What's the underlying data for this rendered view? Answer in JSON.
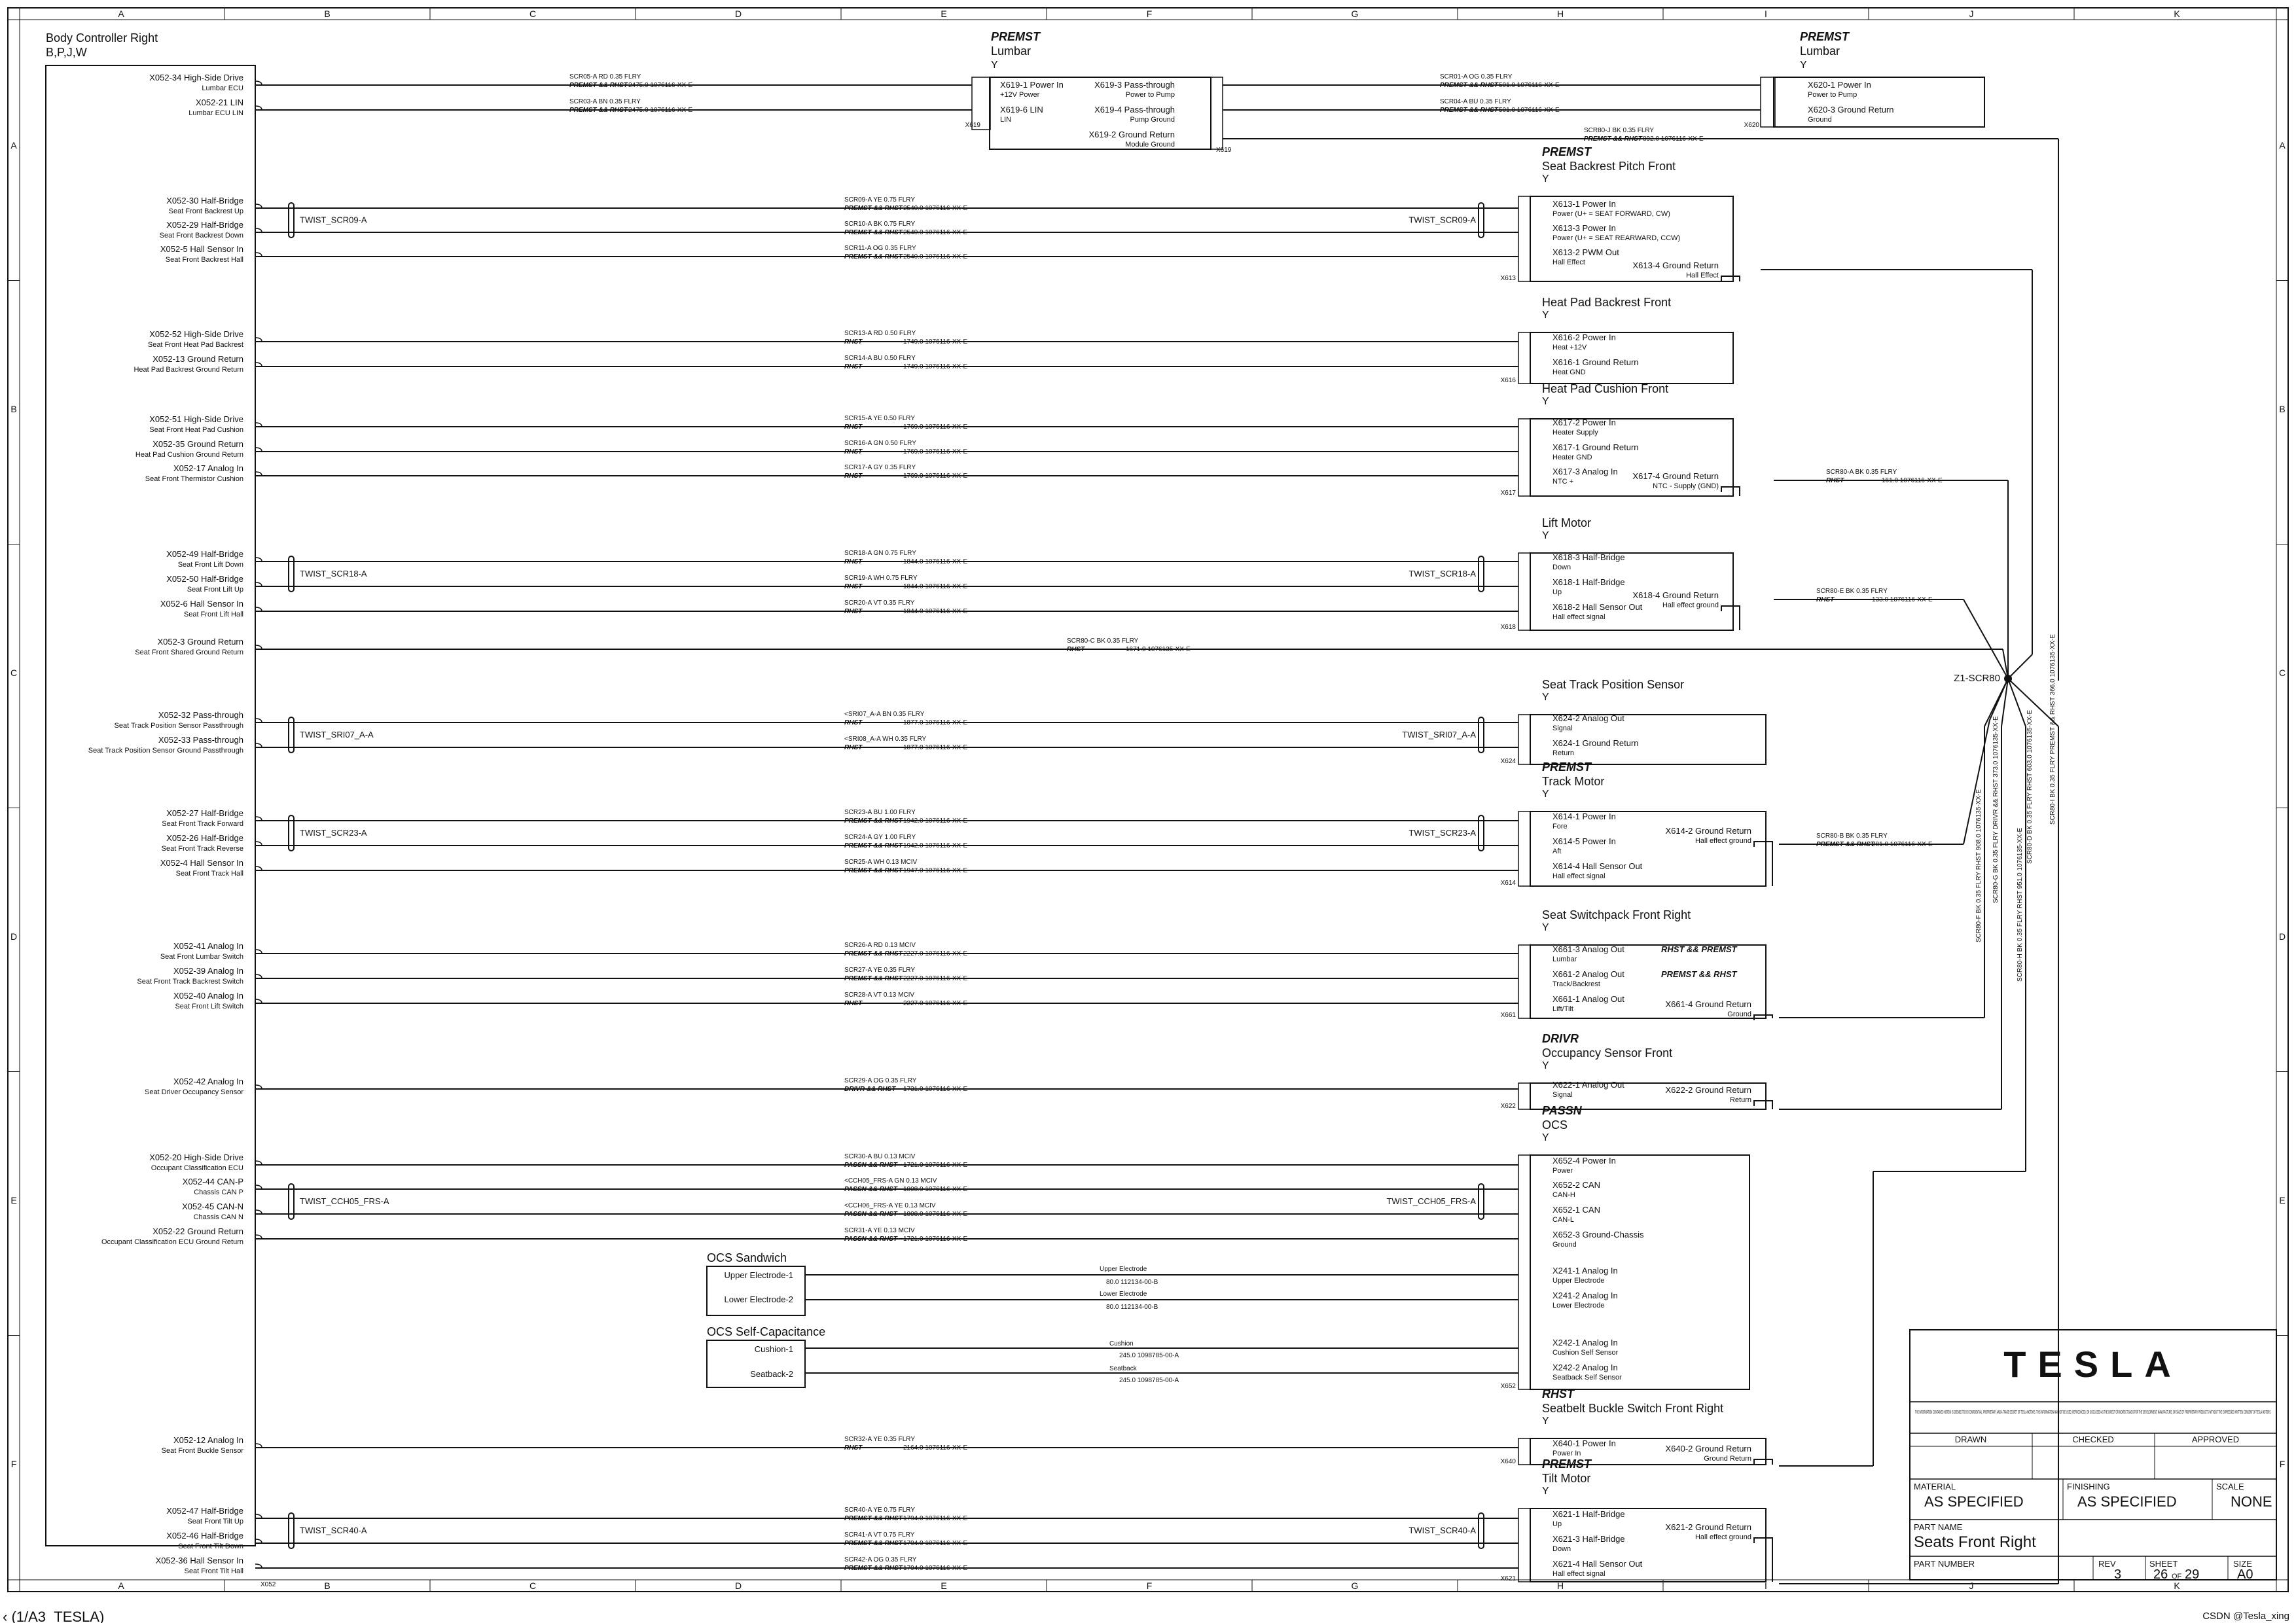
{
  "grid": {
    "cols": [
      "A",
      "B",
      "C",
      "D",
      "E",
      "F",
      "G",
      "H",
      "I",
      "J",
      "K"
    ],
    "rows": [
      "A",
      "B",
      "C",
      "D",
      "E",
      "F"
    ]
  },
  "bcm": {
    "title": "Body Controller Right",
    "variant": "B,P,J,W",
    "connector": "X052"
  },
  "pins": [
    {
      "ref": "X052-34 High-Side Drive",
      "desc": "Lumbar ECU"
    },
    {
      "ref": "X052-21 LIN",
      "desc": "Lumbar ECU LIN"
    },
    {
      "ref": "X052-30 Half-Bridge",
      "desc": "Seat Front Backrest Up"
    },
    {
      "ref": "X052-29 Half-Bridge",
      "desc": "Seat Front Backrest Down"
    },
    {
      "ref": "X052-5 Hall Sensor In",
      "desc": "Seat Front Backrest Hall"
    },
    {
      "ref": "X052-52 High-Side Drive",
      "desc": "Seat Front Heat Pad Backrest"
    },
    {
      "ref": "X052-13 Ground Return",
      "desc": "Heat Pad Backrest Ground Return"
    },
    {
      "ref": "X052-51 High-Side Drive",
      "desc": "Seat Front Heat Pad Cushion"
    },
    {
      "ref": "X052-35 Ground Return",
      "desc": "Heat Pad Cushion Ground Return"
    },
    {
      "ref": "X052-17 Analog In",
      "desc": "Seat Front Thermistor Cushion"
    },
    {
      "ref": "X052-49 Half-Bridge",
      "desc": "Seat Front Lift Down"
    },
    {
      "ref": "X052-50 Half-Bridge",
      "desc": "Seat Front Lift Up"
    },
    {
      "ref": "X052-6 Hall Sensor In",
      "desc": "Seat Front Lift Hall"
    },
    {
      "ref": "X052-3 Ground Return",
      "desc": "Seat Front Shared Ground Return"
    },
    {
      "ref": "X052-32 Pass-through",
      "desc": "Seat Track Position Sensor Passthrough"
    },
    {
      "ref": "X052-33 Pass-through",
      "desc": "Seat Track Position Sensor Ground Passthrough"
    },
    {
      "ref": "X052-27 Half-Bridge",
      "desc": "Seat Front Track Forward"
    },
    {
      "ref": "X052-26 Half-Bridge",
      "desc": "Seat Front Track Reverse"
    },
    {
      "ref": "X052-4 Hall Sensor In",
      "desc": "Seat Front Track Hall"
    },
    {
      "ref": "X052-41 Analog In",
      "desc": "Seat Front Lumbar Switch"
    },
    {
      "ref": "X052-39 Analog In",
      "desc": "Seat Front Track Backrest Switch"
    },
    {
      "ref": "X052-40 Analog In",
      "desc": "Seat Front Lift Switch"
    },
    {
      "ref": "X052-42 Analog In",
      "desc": "Seat Driver Occupancy Sensor"
    },
    {
      "ref": "X052-20 High-Side Drive",
      "desc": "Occupant Classification ECU"
    },
    {
      "ref": "X052-44 CAN-P",
      "desc": "Chassis CAN P"
    },
    {
      "ref": "X052-45 CAN-N",
      "desc": "Chassis CAN N"
    },
    {
      "ref": "X052-22 Ground Return",
      "desc": "Occupant Classification ECU Ground Return"
    },
    {
      "ref": "X052-12 Analog In",
      "desc": "Seat Front Buckle Sensor"
    },
    {
      "ref": "X052-47 Half-Bridge",
      "desc": "Seat Front Tilt Up"
    },
    {
      "ref": "X052-46 Half-Bridge",
      "desc": "Seat Front Tilt Down"
    },
    {
      "ref": "X052-36 Hall Sensor In",
      "desc": "Seat Front Tilt Hall"
    }
  ],
  "wires": [
    {
      "w": "SCR05-A   RD   0.35   FLRY",
      "o": "PREMST && RHST",
      "l": "2475.0     1076116-XX-E"
    },
    {
      "w": "SCR03-A   BN   0.35   FLRY",
      "o": "PREMST && RHST",
      "l": "2475.0     1076116-XX-E"
    },
    {
      "w": "SCR09-A   YE   0.75   FLRY",
      "o": "PREMST && RHST",
      "l": "2540.0     1076116-XX-E"
    },
    {
      "w": "SCR10-A   BK   0.75   FLRY",
      "o": "PREMST && RHST",
      "l": "2540.0     1076116-XX-E"
    },
    {
      "w": "SCR11-A   OG   0.35   FLRY",
      "o": "PREMST && RHST",
      "l": "2540.0     1076116-XX-E"
    },
    {
      "w": "SCR13-A   RD   0.50   FLRY",
      "o": "RHST",
      "l": "1749.0     1076116-XX-E"
    },
    {
      "w": "SCR14-A   BU   0.50   FLRY",
      "o": "RHST",
      "l": "1749.0     1076116-XX-E"
    },
    {
      "w": "SCR15-A   YE   0.50   FLRY",
      "o": "RHST",
      "l": "1769.0     1076116-XX-E"
    },
    {
      "w": "SCR16-A   GN   0.50   FLRY",
      "o": "RHST",
      "l": "1769.0     1076116-XX-E"
    },
    {
      "w": "SCR17-A   GY   0.35   FLRY",
      "o": "RHST",
      "l": "1769.0     1076116-XX-E"
    },
    {
      "w": "SCR18-A   GN   0.75   FLRY",
      "o": "RHST",
      "l": "1844.0     1076116-XX-E"
    },
    {
      "w": "SCR19-A   WH   0.75   FLRY",
      "o": "RHST",
      "l": "1844.0     1076116-XX-E"
    },
    {
      "w": "SCR20-A   VT   0.35   FLRY",
      "o": "RHST",
      "l": "1844.0     1076116-XX-E"
    },
    {
      "w": "SCR80-C   BK   0.35   FLRY",
      "o": "RHST",
      "l": "1671.0     1076135-XX-E"
    },
    {
      "w": "<SRI07_A-A   BN   0.35   FLRY",
      "o": "RHST",
      "l": "1877.0     1076116-XX-E"
    },
    {
      "w": "<SRI08_A-A   WH   0.35   FLRY",
      "o": "RHST",
      "l": "1877.0     1076116-XX-E"
    },
    {
      "w": "SCR23-A   BU   1.00   FLRY",
      "o": "PREMST && RHST",
      "l": "1942.0     1076116-XX-E"
    },
    {
      "w": "SCR24-A   GY   1.00   FLRY",
      "o": "PREMST && RHST",
      "l": "1942.0     1076116-XX-E"
    },
    {
      "w": "SCR25-A   WH   0.13   MCIV",
      "o": "PREMST && RHST",
      "l": "1947.0     1076116-XX-E"
    },
    {
      "w": "SCR26-A   RD   0.13   MCIV",
      "o": "PREMST && RHST",
      "l": "2227.0     1076116-XX-E"
    },
    {
      "w": "SCR27-A   YE   0.35   FLRY",
      "o": "PREMST && RHST",
      "l": "2227.0     1076116-XX-E"
    },
    {
      "w": "SCR28-A   VT   0.13   MCIV",
      "o": "RHST",
      "l": "2227.0     1076116-XX-E"
    },
    {
      "w": "SCR29-A   OG   0.35   FLRY",
      "o": "DRIVR && RHST",
      "l": "1731.0     1076116-XX-E"
    },
    {
      "w": "SCR30-A   BU   0.13   MCIV",
      "o": "PASSN && RHST",
      "l": "1721.0     1076116-XX-E"
    },
    {
      "w": "<CCH05_FRS-A   GN   0.13   MCIV",
      "o": "PASSN && RHST",
      "l": "1808.0     1076116-XX-E"
    },
    {
      "w": "<CCH06_FRS-A   YE   0.13   MCIV",
      "o": "PASSN && RHST",
      "l": "1808.0     1076116-XX-E"
    },
    {
      "w": "SCR31-A   YE   0.13   MCIV",
      "o": "PASSN && RHST",
      "l": "1721.0     1076116-XX-E"
    },
    {
      "w": "SCR32-A   YE   0.35   FLRY",
      "o": "RHST",
      "l": "2164.0     1076116-XX-E"
    },
    {
      "w": "SCR40-A   YE   0.75   FLRY",
      "o": "PREMST && RHST",
      "l": "1794.0     1076116-XX-E"
    },
    {
      "w": "SCR41-A   VT   0.75   FLRY",
      "o": "PREMST && RHST",
      "l": "1794.0     1076116-XX-E"
    },
    {
      "w": "SCR42-A   OG   0.35   FLRY",
      "o": "PREMST && RHST",
      "l": "1794.0     1076116-XX-E"
    }
  ],
  "twists": [
    "TWIST_SCR09-A",
    "TWIST_SCR18-A",
    "TWIST_SRI07_A-A",
    "TWIST_SCR23-A",
    "TWIST_CCH05_FRS-A",
    "TWIST_SCR40-A"
  ],
  "lumbar1": {
    "opt": "PREMST",
    "name": "Lumbar",
    "y": "Y",
    "conn": "X619",
    "p1": "X619-1 Power In",
    "p1d": "+12V Power",
    "p3": "X619-3 Pass-through",
    "p3d": "Power to Pump",
    "p6": "X619-6 LIN",
    "p6d": "LIN",
    "p4": "X619-4 Pass-through",
    "p4d": "Pump Ground",
    "p2": "X619-2 Ground Return",
    "p2d": "Module Ground"
  },
  "lumbar2": {
    "opt": "PREMST",
    "name": "Lumbar",
    "y": "Y",
    "conn": "X620",
    "p1": "X620-1 Power In",
    "p1d": "Power to Pump",
    "p3": "X620-3 Ground Return",
    "p3d": "Ground"
  },
  "lumbar_wires": [
    {
      "w": "SCR01-A   OG   0.35   FLRY",
      "o": "PREMST && RHST",
      "l": "501.0     1076116-XX-E"
    },
    {
      "w": "SCR04-A   BU   0.35   FLRY",
      "o": "PREMST && RHST",
      "l": "501.0     1076116-XX-E"
    },
    {
      "w": "SCR80-J   BK   0.35   FLRY",
      "o": "PREMST && RHST",
      "l": "892.0     1076116-XX-E"
    }
  ],
  "gnd_wires": [
    {
      "w": "SCR80-A   BK   0.35   FLRY",
      "o": "RHST",
      "l": "161.0     1076116-XX-E"
    },
    {
      "w": "SCR80-E   BK   0.35   FLRY",
      "o": "RHST",
      "l": "133.0     1076116-XX-E"
    },
    {
      "w": "SCR80-B   BK   0.35   FLRY",
      "o": "PREMST && RHST",
      "l": "281.0     1076116-XX-E"
    }
  ],
  "splice": "Z1-SCR80",
  "components": [
    {
      "opt": "PREMST",
      "name": "Seat Backrest Pitch Front",
      "y": "Y",
      "conn": "X613",
      "pins": [
        "X613-1 Power In",
        "Power (U+ = SEAT FORWARD, CW)",
        "X613-3 Power In",
        "Power (U+ = SEAT REARWARD, CCW)",
        "X613-2 PWM Out",
        "Hall Effect"
      ],
      "gnd": "X613-4 Ground Return",
      "gndd": "Hall Effect"
    },
    {
      "opt": "",
      "name": "Heat Pad Backrest Front",
      "y": "Y",
      "conn": "X616",
      "pins": [
        "X616-2 Power In",
        "Heat +12V",
        "X616-1 Ground Return",
        "Heat GND"
      ],
      "gnd": "",
      "gndd": ""
    },
    {
      "opt": "",
      "name": "Heat Pad Cushion Front",
      "y": "Y",
      "conn": "X617",
      "pins": [
        "X617-2 Power In",
        "Heater Supply",
        "X617-1 Ground Return",
        "Heater GND",
        "X617-3 Analog In",
        "NTC +"
      ],
      "gnd": "X617-4 Ground Return",
      "gndd": "NTC - Supply (GND)"
    },
    {
      "opt": "",
      "name": "Lift Motor",
      "y": "Y",
      "conn": "X618",
      "pins": [
        "X618-3 Half-Bridge",
        "Down",
        "X618-1 Half-Bridge",
        "Up",
        "X618-2 Hall Sensor Out",
        "Hall effect signal"
      ],
      "gnd": "X618-4 Ground Return",
      "gndd": "Hall effect ground"
    },
    {
      "opt": "",
      "name": "Seat Track Position Sensor",
      "y": "Y",
      "conn": "X624",
      "pins": [
        "X624-2 Analog Out",
        "Signal",
        "X624-1 Ground Return",
        "Return"
      ],
      "gnd": "",
      "gndd": ""
    },
    {
      "opt": "PREMST",
      "name": "Track Motor",
      "y": "Y",
      "conn": "X614",
      "pins": [
        "X614-1 Power In",
        "Fore",
        "X614-5 Power In",
        "Aft",
        "X614-4 Hall Sensor Out",
        "Hall effect signal"
      ],
      "gnd": "X614-2 Ground Return",
      "gndd": "Hall effect ground"
    },
    {
      "opt": "",
      "name": "Seat Switchpack Front Right",
      "y": "Y",
      "conn": "X661",
      "pins": [
        "X661-3 Analog Out",
        "Lumbar",
        "X661-2 Analog Out",
        "Track/Backrest",
        "X661-1 Analog Out",
        "Lift/Tilt"
      ],
      "gnd": "X661-4 Ground Return",
      "gndd": "Ground",
      "extra": [
        "RHST && PREMST",
        "PREMST && RHST"
      ]
    },
    {
      "opt": "DRIVR",
      "name": "Occupancy Sensor Front",
      "y": "Y",
      "conn": "X622",
      "pins": [
        "X622-1 Analog Out",
        "Signal"
      ],
      "gnd": "X622-2 Ground Return",
      "gndd": "Return"
    },
    {
      "opt": "PASSN",
      "name": "OCS",
      "y": "Y",
      "conn": "X652",
      "pins": [
        "X652-4 Power In",
        "Power",
        "X652-2 CAN",
        "CAN-H",
        "X652-1 CAN",
        "CAN-L",
        "X652-3 Ground-Chassis",
        "Ground",
        "X241-1 Analog In",
        "Upper Electrode",
        "X241-2 Analog In",
        "Lower Electrode",
        "X242-1 Analog In",
        "Cushion Self Sensor",
        "X242-2 Analog In",
        "Seatback Self Sensor"
      ],
      "gnd": "",
      "gndd": ""
    },
    {
      "opt": "RHST",
      "name": "Seatbelt Buckle Switch Front Right",
      "y": "Y",
      "conn": "X640",
      "pins": [
        "X640-1 Power In",
        "Power In"
      ],
      "gnd": "X640-2 Ground Return",
      "gndd": "Ground Return"
    },
    {
      "opt": "PREMST",
      "name": "Tilt Motor",
      "y": "Y",
      "conn": "X621",
      "pins": [
        "X621-1 Half-Bridge",
        "Up",
        "X621-3 Half-Bridge",
        "Down",
        "X621-4 Hall Sensor Out",
        "Hall effect signal"
      ],
      "gnd": "X621-2 Ground Return",
      "gndd": "Hall effect ground"
    }
  ],
  "ocs_sandwich": {
    "title": "OCS Sandwich",
    "a": "Upper Electrode-1",
    "b": "Lower Electrode-2",
    "wa": "Upper Electrode",
    "la": "80.0     112134-00-B",
    "wb": "Lower Electrode",
    "lb": "80.0     112134-00-B"
  },
  "ocs_self": {
    "title": "OCS Self-Capacitance",
    "a": "Cushion-1",
    "b": "Seatback-2",
    "wa": "Cushion",
    "la": "245.0     1098785-00-A",
    "wb": "Seatback",
    "lb": "245.0     1098785-00-A"
  },
  "vertical_labels": [
    "SCR80-H   BK   0.35   FLRY     RHST     951.0     1076135-XX-E",
    "SCR80-F   BK   0.35   FLRY     RHST     908.0     1076135-XX-E",
    "SCR80-G   BK   0.35   FLRY     DRIVR && RHST     373.0     1076135-XX-E",
    "SCR80-D   BK   0.35   FLRY     RHST     603.0     1076135-XX-E",
    "SCR80-I   BK   0.35   FLRY     PREMST && RHST     366.0     1076135-XX-E"
  ],
  "title_block": {
    "logo": "TESLA",
    "notice": "THE INFORMATION CONTAINED HEREIN IS DEEMED TO BE CONFIDENTIAL, PROPRIETARY, AND A TRADE SECRET OF TESLA MOTORS. THIS INFORMATION MAY NOT BE USED, REPRODUCED, OR DISCLOSED AS THE DIRECT OR INDIRECT BASIS FOR THE DEVELOPMENT, MANUFACTURE, OR SALE OF PROPRIETARY PRODUCTS WITHOUT THE EXPRESSED WRITTEN CONSENT OF TESLA MOTORS.",
    "drawn": "DRAWN",
    "checked": "CHECKED",
    "approved": "APPROVED",
    "material_lbl": "MATERIAL",
    "material": "AS SPECIFIED",
    "finishing_lbl": "FINISHING",
    "finishing": "AS SPECIFIED",
    "scale_lbl": "SCALE",
    "scale": "NONE",
    "part_name_lbl": "PART NAME",
    "part_name": "Seats Front Right",
    "part_number_lbl": "PART NUMBER",
    "rev_lbl": "REV",
    "rev": "3",
    "sheet_lbl": "SHEET",
    "sheet": "26",
    "of": "OF",
    "sheet_total": "29",
    "size_lbl": "SIZE",
    "size": "A0"
  },
  "footer_left": "‹ (1/A3_TESLA)",
  "watermark": "CSDN @Tesla_xing"
}
